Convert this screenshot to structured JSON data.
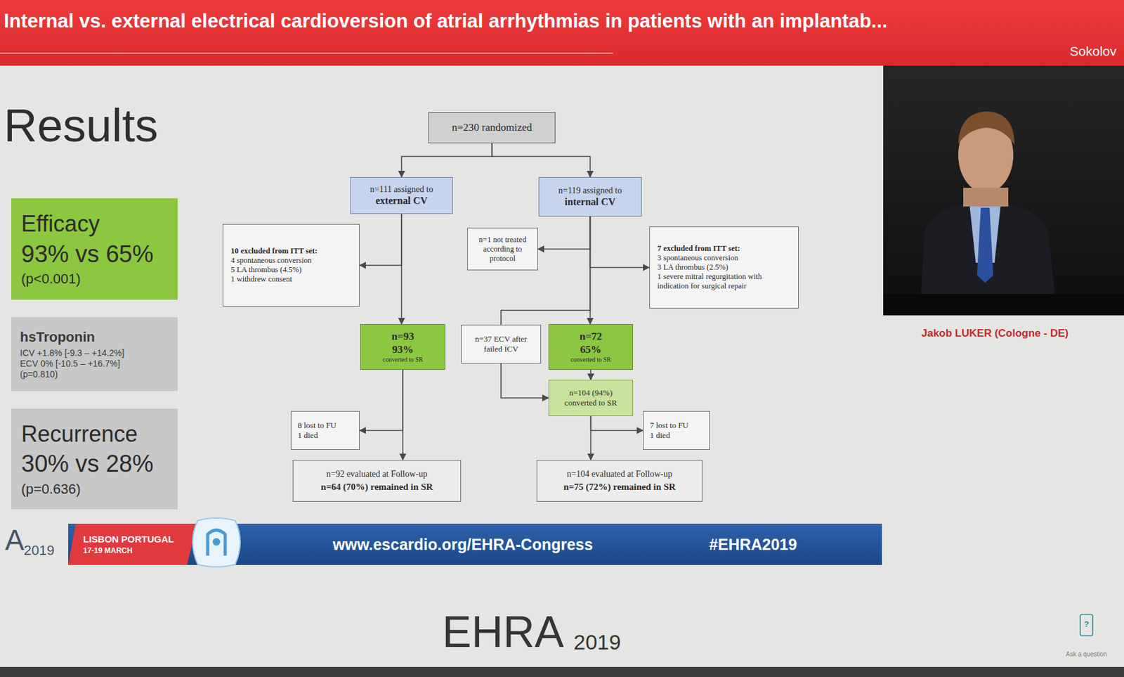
{
  "diagram": {
    "title": "Internal vs. external electrical cardioversion of atrial arrhythmias in patients with an implantab...",
    "nodes": [
      {
        "text": [
          "Efficacy",
          "93% vs 65%",
          "(p<0.001)"
        ]
      },
      {
        "text": [
          "hsTroponin",
          "ICV +1.8% [-9.3 – +14.2%]",
          "ECV 0% [-10.5 – +16.7%]",
          "(p=0.810)"
        ]
      },
      {
        "text": [
          "Recurrence",
          "30% vs 28%",
          "(p=0.636)"
        ]
      },
      {
        "text": [
          "n=230 randomized"
        ]
      },
      {
        "text": [
          "n=111 assigned to",
          "external CV"
        ]
      },
      {
        "text": [
          "n=119 assigned to",
          "internal CV"
        ]
      },
      {
        "text": [
          "10 excluded from ITT set:",
          "4 spontaneous conversion",
          "5 LA thrombus (4.5%)",
          "1 withdrew consent"
        ]
      },
      {
        "text": [
          "n=1 not treated according to protocol"
        ]
      },
      {
        "text": [
          "7 excluded from ITT set:",
          "3 spontaneous conversion",
          "3 LA thrombus (2.5%)",
          "1 severe mitral regurgitation with indication for surgical repair"
        ]
      },
      {
        "text": [
          "n=93",
          "93%",
          "converted to SR"
        ]
      },
      {
        "text": [
          "n=37 ECV after failed ICV"
        ]
      },
      {
        "text": [
          "n=72",
          "65%",
          "converted to SR"
        ]
      },
      {
        "text": [
          "n=104 (94%) converted to SR"
        ]
      },
      {
        "text": [
          "8 lost to FU",
          "1 died"
        ]
      },
      {
        "text": [
          "7 lost to FU",
          "1 died"
        ]
      },
      {
        "text": [
          "n=92 evaluated at Follow-up",
          "n=64 (70%) remained in SR"
        ]
      },
      {
        "text": [
          "n=104 evaluated at Follow-up",
          "n=75 (72%) remained in SR"
        ]
      },
      {
        "text": [
          "www.escardio.org/EHRA-Congress",
          "#EHRA2019"
        ]
      },
      {
        "text": [
          "LISBON PORTUGAL",
          "17-19 MARCH"
        ],
        "in": 17
      }
    ],
    "edges": [
      {
        "from": 3,
        "to": 4,
        "arrow": "to"
      },
      {
        "from": 3,
        "to": 5,
        "arrow": "to"
      },
      {
        "from": 4,
        "to": 6,
        "arrow": "to"
      },
      {
        "from": 4,
        "to": 9,
        "arrow": "to"
      },
      {
        "from": 5,
        "to": 7,
        "arrow": "to"
      },
      {
        "from": 5,
        "to": 8,
        "arrow": "to"
      },
      {
        "from": 5,
        "to": 10,
        "arrow": "none"
      },
      {
        "from": 5,
        "to": 11,
        "arrow": "to"
      },
      {
        "from": 10,
        "to": 12,
        "arrow": "to"
      },
      {
        "from": 11,
        "to": 12,
        "arrow": "to"
      },
      {
        "from": 9,
        "to": 13,
        "arrow": "to"
      },
      {
        "from": 9,
        "to": 15,
        "arrow": "to"
      },
      {
        "from": 12,
        "to": 14,
        "arrow": "to"
      },
      {
        "from": 12,
        "to": 16,
        "arrow": "to"
      }
    ],
    "labels": [
      "Sokolov",
      "Results",
      "Jakob LUKER (Cologne - DE)",
      "A",
      "2019",
      "EHRA",
      "2019",
      "?",
      "Ask a question"
    ]
  }
}
